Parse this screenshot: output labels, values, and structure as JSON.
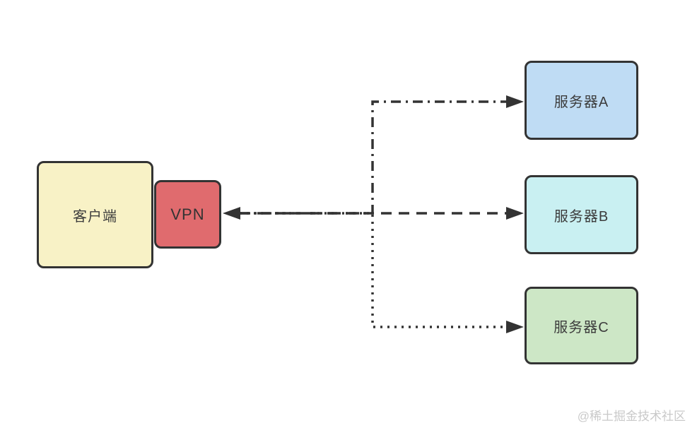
{
  "diagram": {
    "title": "VPN client-server connection diagram",
    "nodes": {
      "client": {
        "label": "客户端",
        "fill": "#F8F2C6"
      },
      "vpn": {
        "label": "VPN",
        "fill": "#E06B6E"
      },
      "server_a": {
        "label": "服务器A",
        "fill": "#BFDCF4"
      },
      "server_b": {
        "label": "服务器B",
        "fill": "#C9F0F2"
      },
      "server_c": {
        "label": "服务器C",
        "fill": "#CDE7C6"
      }
    },
    "connections": [
      {
        "from": "vpn",
        "to": "server_a",
        "line_style": "dash-dot",
        "arrow": "into server A"
      },
      {
        "from": "vpn",
        "to": "server_b",
        "line_style": "dashed",
        "arrow": "into server B and back into VPN"
      },
      {
        "from": "vpn",
        "to": "server_c",
        "line_style": "dotted",
        "arrow": "into server C"
      }
    ],
    "stroke_color": "#333333",
    "background": "#ffffff"
  },
  "watermark": {
    "text": "@稀土掘金技术社区",
    "color": "#c9c9c9"
  }
}
